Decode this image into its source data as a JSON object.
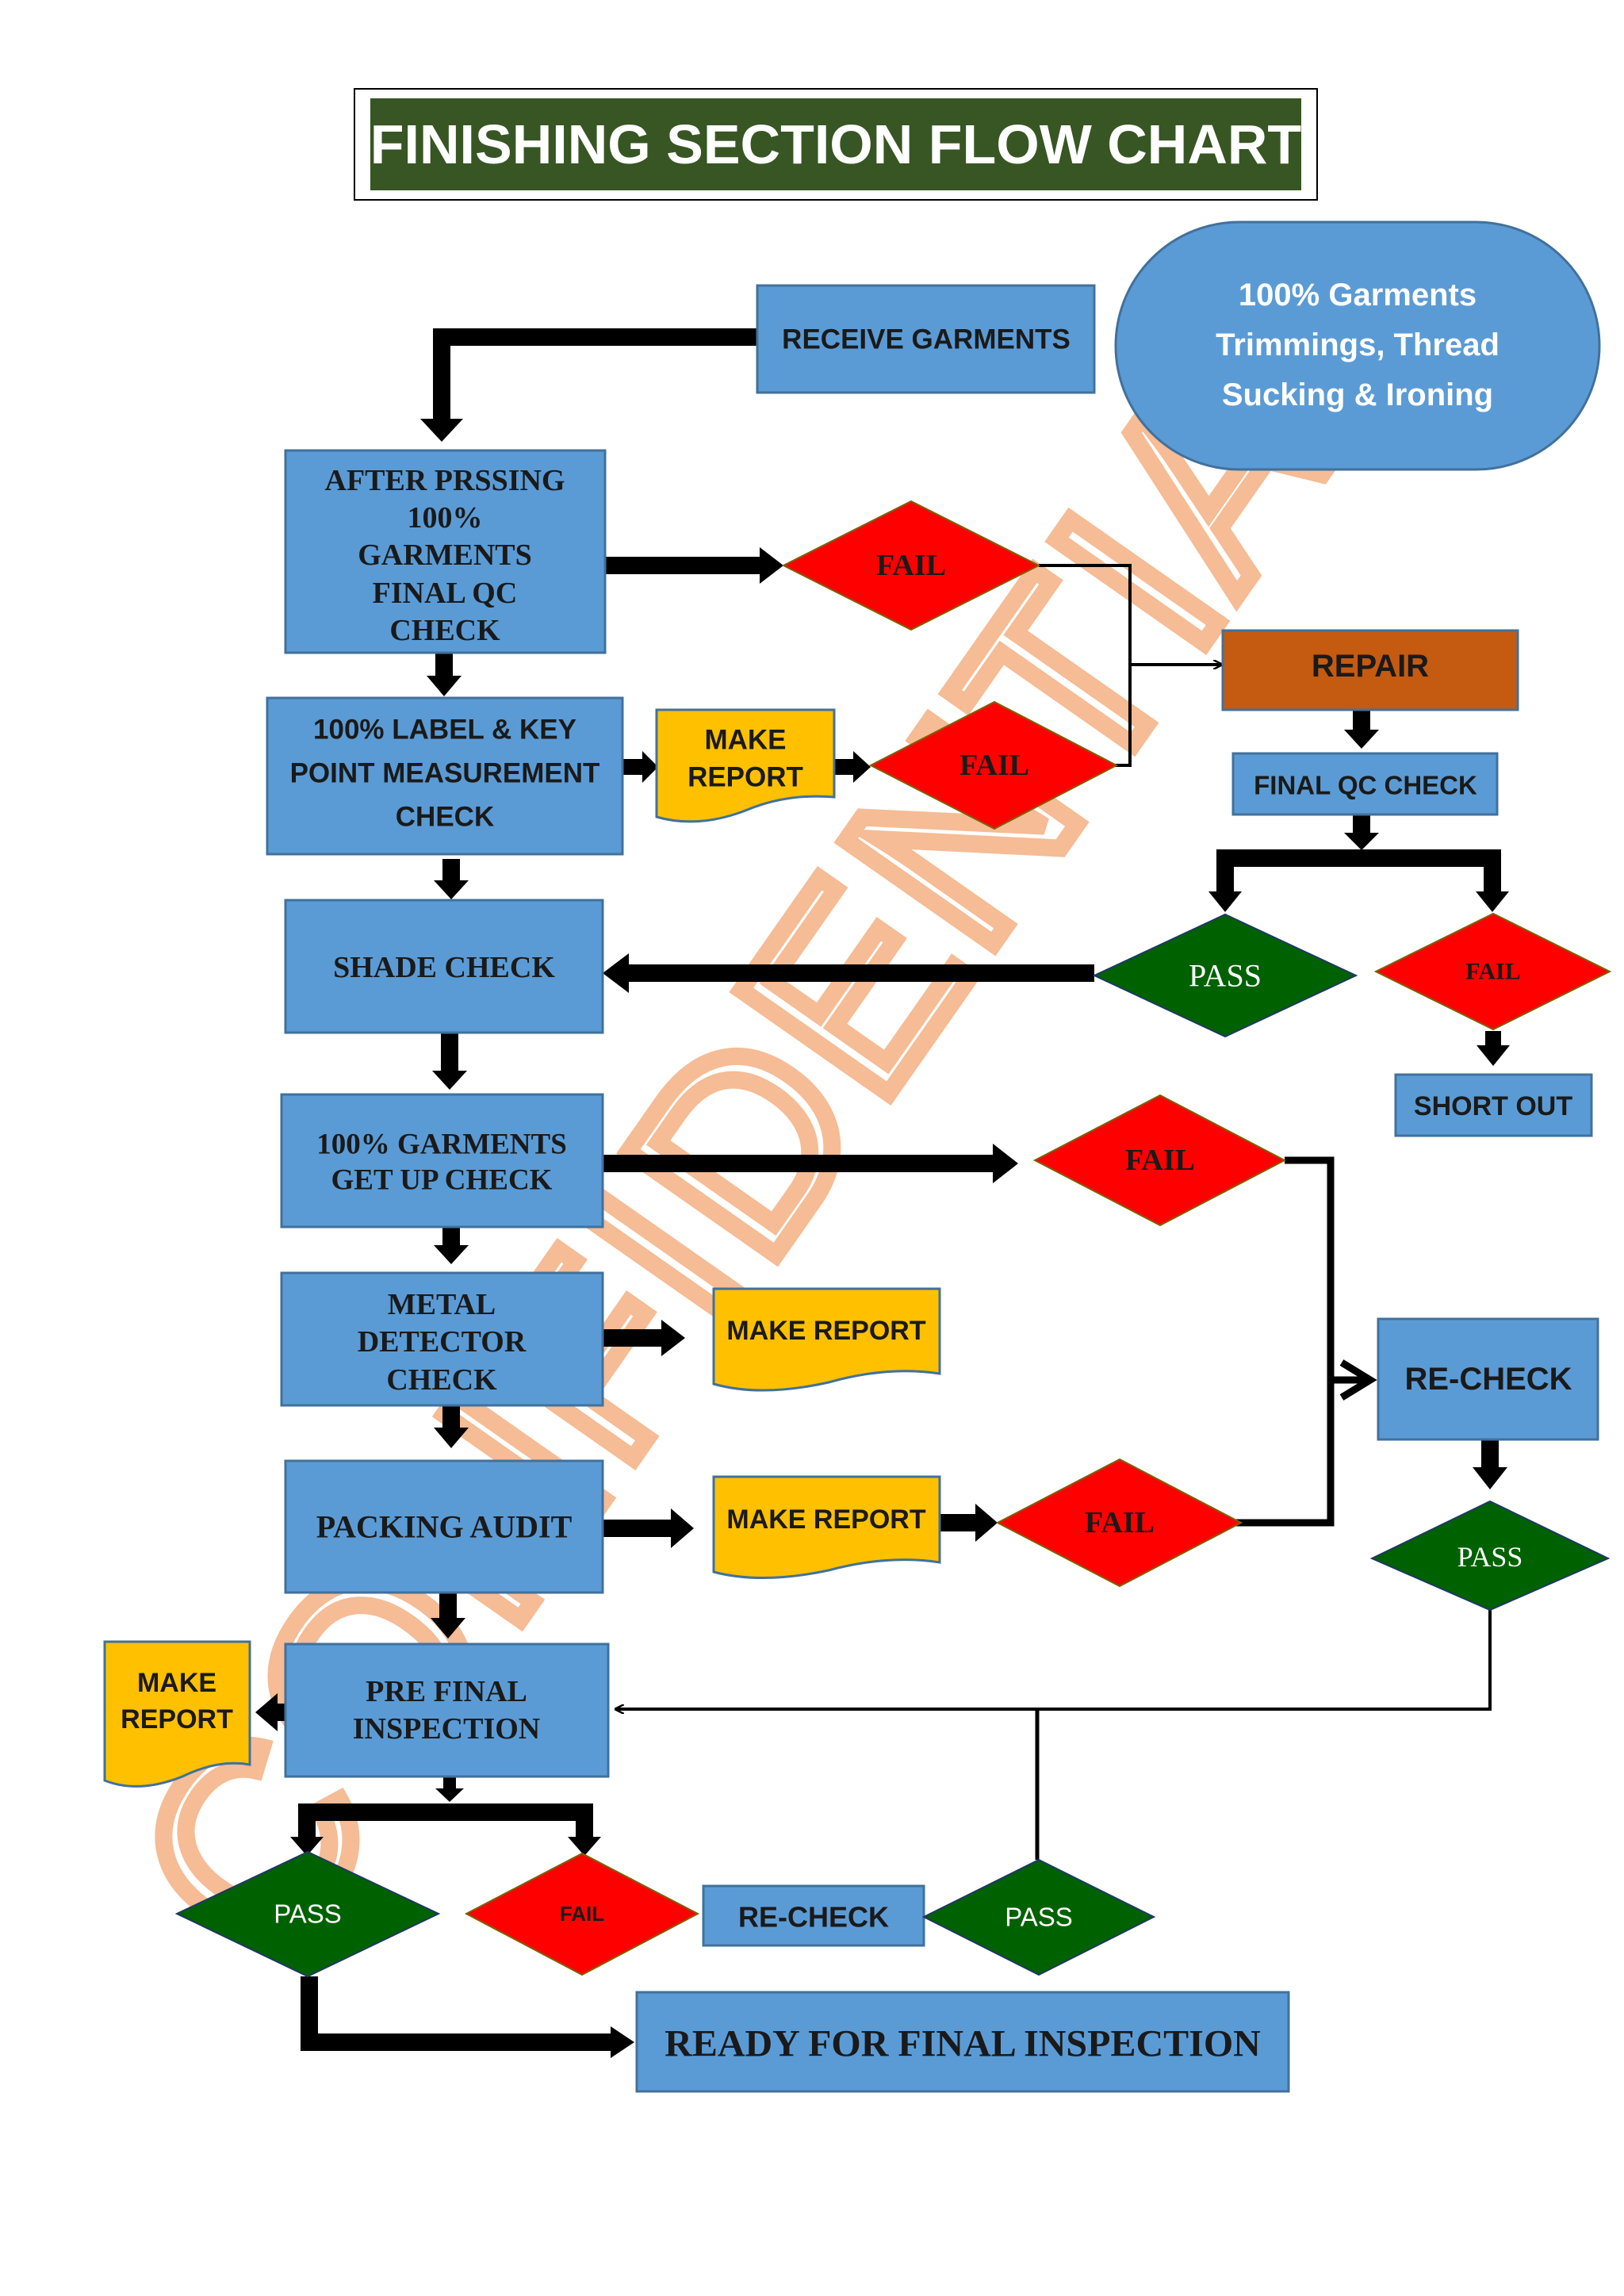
{
  "title": "FINISHING SECTION FLOW CHART",
  "watermark": "CONFIDENTIAL",
  "colors": {
    "title_bg": "#375623",
    "process_blue": "#5b9bd5",
    "process_border": "#41719c",
    "decision_fail": "#ff0000",
    "decision_pass": "#006100",
    "report_yellow": "#ffc000",
    "repair_orange": "#c55a11",
    "watermark": "#f4b183"
  },
  "nodes": {
    "receive_garments": "RECEIVE GARMENTS",
    "note": [
      "100% Garments",
      "Trimmings, Thread",
      "Sucking & Ironing"
    ],
    "after_pressing_qc": [
      "AFTER PRSSING",
      "100%",
      "GARMENTS",
      "FINAL QC",
      "CHECK"
    ],
    "fail_1": "FAIL",
    "repair": "REPAIR",
    "label_key_check": [
      "100% LABEL & KEY",
      "POINT MEASUREMENT",
      "CHECK"
    ],
    "make_report_1": [
      "MAKE",
      "REPORT"
    ],
    "fail_2": "FAIL",
    "final_qc_check": "FINAL QC CHECK",
    "shade_check": "SHADE CHECK",
    "pass_1": "PASS",
    "fail_3": "FAIL",
    "short_out": "SHORT OUT",
    "get_up_check": [
      "100% GARMENTS",
      "GET UP CHECK"
    ],
    "fail_4": "FAIL",
    "metal_detector_check": [
      "METAL",
      "DETECTOR",
      "CHECK"
    ],
    "make_report_2": "MAKE REPORT",
    "re_check_1": "RE-CHECK",
    "packing_audit": "PACKING AUDIT",
    "make_report_3": "MAKE REPORT",
    "fail_5": "FAIL",
    "pass_2": "PASS",
    "make_report_4": [
      "MAKE",
      "REPORT"
    ],
    "pre_final_inspection": [
      "PRE FINAL",
      "INSPECTION"
    ],
    "pass_3": "PASS",
    "fail_6": "FAIL",
    "re_check_2": "RE-CHECK",
    "pass_4": "PASS",
    "ready_final": "READY FOR FINAL INSPECTION"
  }
}
